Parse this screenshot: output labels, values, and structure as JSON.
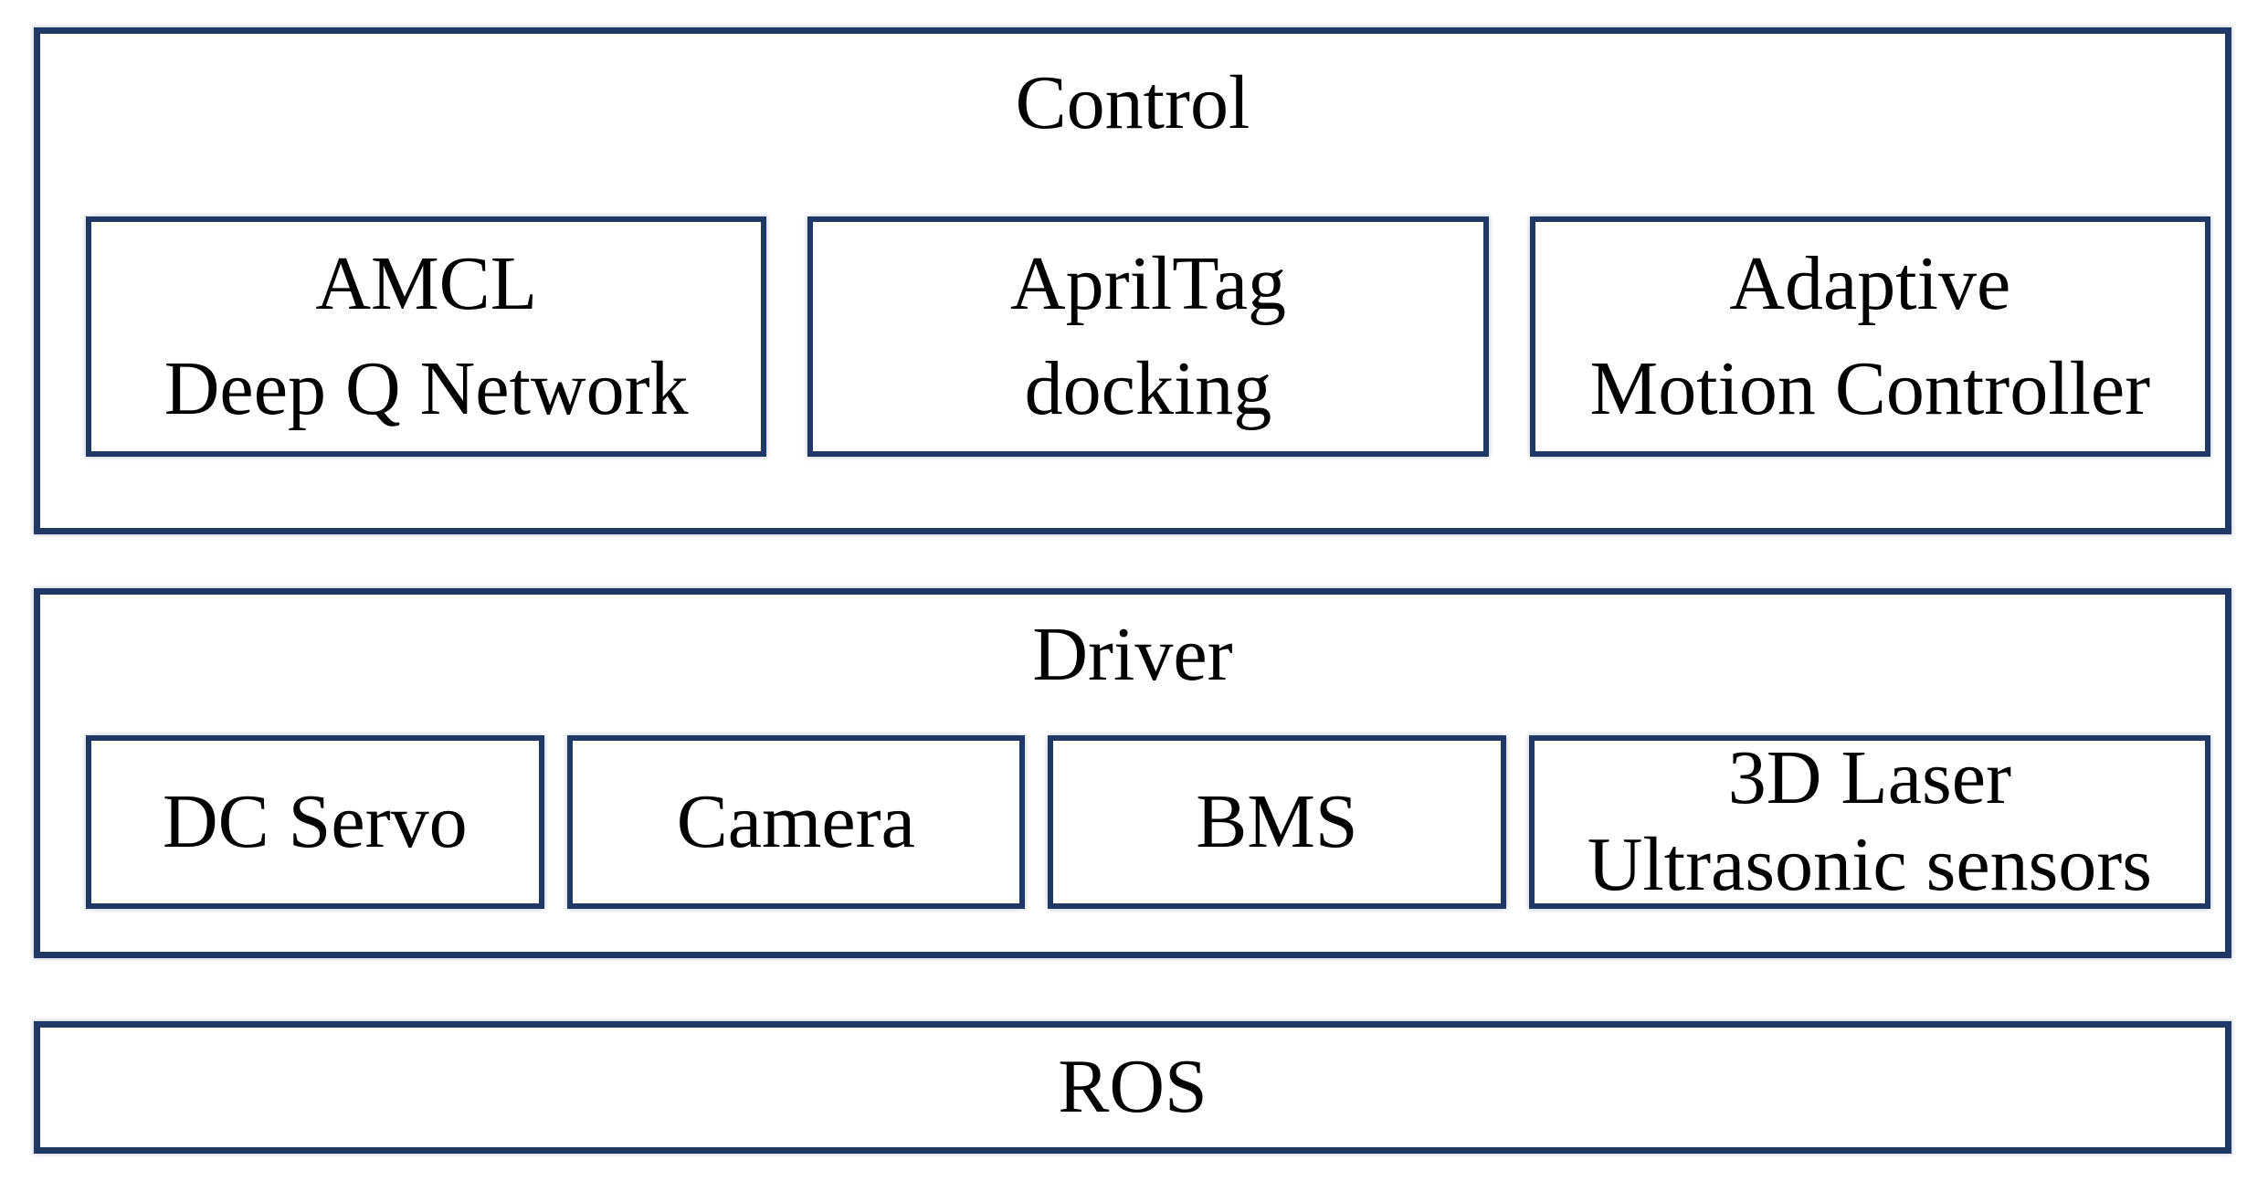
{
  "diagram": {
    "type": "layered-architecture",
    "accent_color": "#1f3864",
    "text_color": "#000000",
    "background_color": "#ffffff",
    "layers": [
      {
        "title": "Control",
        "boxes": [
          {
            "lines": [
              "AMCL",
              "Deep Q Network"
            ]
          },
          {
            "lines": [
              "AprilTag",
              "docking"
            ]
          },
          {
            "lines": [
              "Adaptive",
              "Motion Controller"
            ]
          }
        ]
      },
      {
        "title": "Driver",
        "boxes": [
          {
            "lines": [
              "DC Servo"
            ]
          },
          {
            "lines": [
              "Camera"
            ]
          },
          {
            "lines": [
              "BMS"
            ]
          },
          {
            "lines": [
              "3D Laser",
              "Ultrasonic sensors"
            ]
          }
        ]
      },
      {
        "title": "ROS",
        "boxes": []
      }
    ]
  }
}
